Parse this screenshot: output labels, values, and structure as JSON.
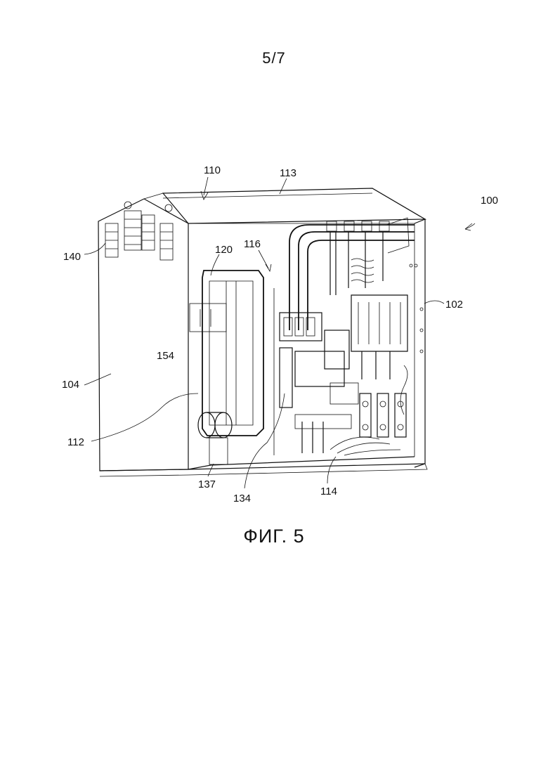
{
  "header": {
    "page_number": "5/7"
  },
  "figure": {
    "caption": "ФИГ. 5",
    "labels": {
      "l110": "110",
      "l113": "113",
      "l100": "100",
      "l116": "116",
      "l120": "120",
      "l140": "140",
      "l102": "102",
      "l154": "154",
      "l104": "104",
      "l112": "112",
      "l137": "137",
      "l134": "134",
      "l114": "114"
    }
  }
}
